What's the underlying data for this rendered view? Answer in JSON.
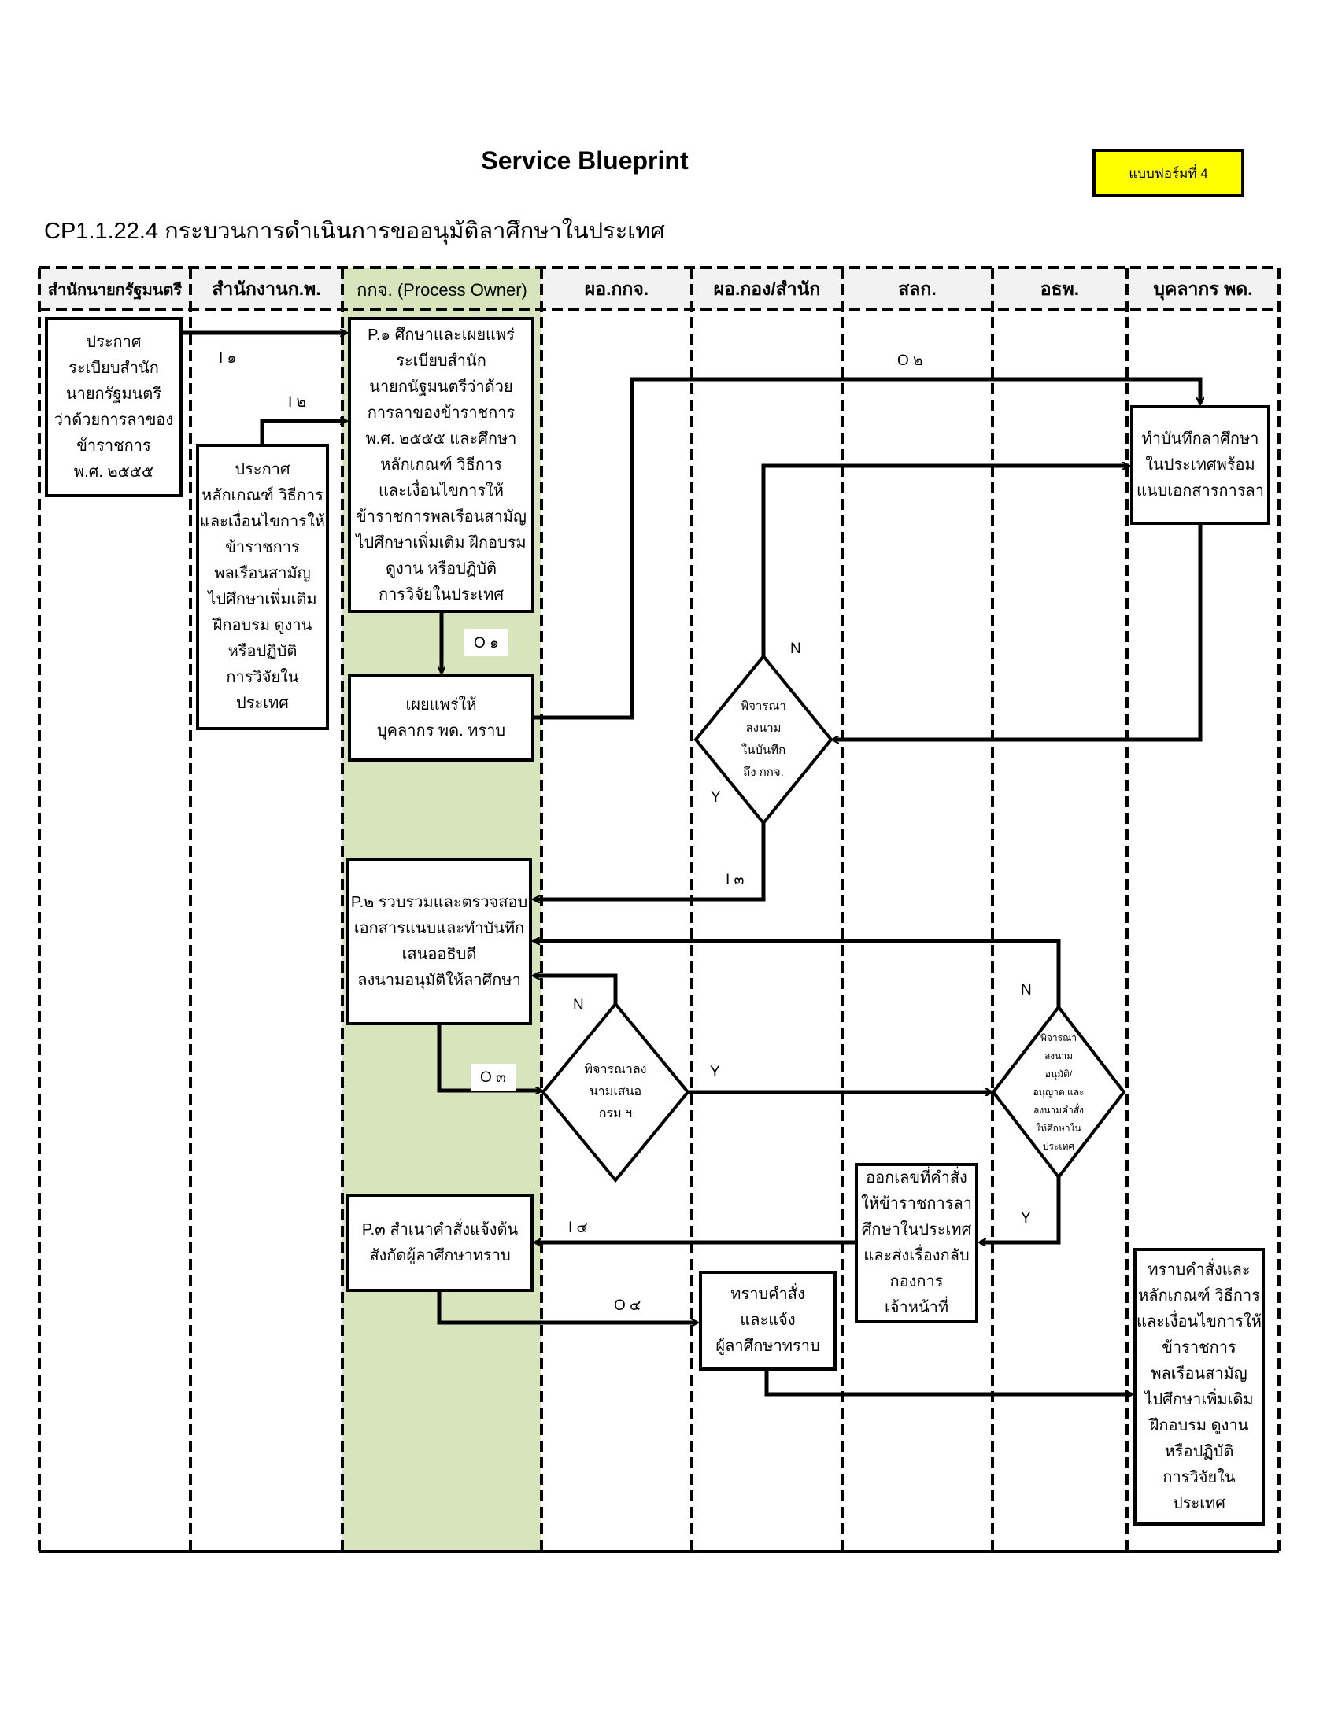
{
  "title": "Service Blueprint",
  "form_label": "แบบฟอร์มที่ 4",
  "subtitle": "CP1.1.22.4 กระบวนการดำเนินการขออนุมัติลาศึกษาในประเทศ",
  "colors": {
    "process_owner_lane": "#d8e4bc",
    "header_bg": "#f2f2f2",
    "form_badge": "#ffff00"
  },
  "lanes": [
    "สำนักนายกรัฐมนตรี",
    "สำนักงานก.พ.",
    "กกจ. (Process Owner)",
    "ผอ.กกจ.",
    "ผอ.กอง/สำนัก",
    "สลก.",
    "อธพ.",
    "บุคลากร พด."
  ],
  "boxes": {
    "pm_regulation": "ประกาศ\nระเบียบสำนัก\nนายกรัฐมนตรี\nว่าด้วยการลาของ\nข้าราชการ\nพ.ศ. ๒๕๕๕",
    "ocsc_criteria": "ประกาศ\nหลักเกณฑ์ วิธีการ\nและเงื่อนไขการให้\nข้าราชการ\nพลเรือนสามัญ\nไปศึกษาเพิ่มเติม\nฝึกอบรม ดูงาน\nหรือปฏิบัติ\nการวิจัยใน\nประเทศ",
    "p1_study": "P.๑ ศึกษาและเผยแพร่\nระเบียบสำนัก\nนายกนัฐมนตรีว่าด้วย\nการลาของข้าราชการ\nพ.ศ. ๒๕๕๕ และศึกษา\nหลักเกณฑ์ วิธีการ\nและเงื่อนไขการให้\nข้าราชการพลเรือนสามัญ\nไปศึกษาเพิ่มเติม ฝึกอบรม\nดูงาน หรือปฏิบัติ\nการวิจัยในประเทศ",
    "publish": "เผยแพร่ให้\nบุคลากร พด. ทราบ",
    "memo": "ทำบันทึกลาศึกษา\nในประเทศพร้อม\nแนบเอกสารการลา",
    "p2_collect": "P.๒ รวบรวมและตรวจสอบ\nเอกสารแนบและทำบันทึก\nเสนออธิบดี\nลงนามอนุมัติให้ลาศึกษา",
    "p3_copy": "P.๓ สำเนาคำสั่งแจ้งต้น\nสังกัดผู้ลาศึกษาทราบ",
    "issue_order": "ออกเลขที่คำสั่ง\nให้ข้าราชการลา\nศึกษาในประเทศ\nและส่งเรื่องกลับ\nกองการ\nเจ้าหน้าที่",
    "notify": "ทราบคำสั่ง\nและแจ้ง\nผู้ลาศึกษาทราบ",
    "final": "ทราบคำสั่งและ\nหลักเกณฑ์ วิธีการ\nและเงื่อนไขการให้\nข้าราชการ\nพลเรือนสามัญ\nไปศึกษาเพิ่มเติม\nฝึกอบรม ดูงาน\nหรือปฏิบัติ\nการวิจัยใน\nประเทศ"
  },
  "decisions": {
    "d1": "พิจารณา\nลงนาม\nในบันทึก\nถึง กกจ.",
    "d2": "พิจารณาลง\nนามเสนอ\nกรม ฯ",
    "d3": "พิจารณา\nลงนาม\nอนุมัติ/\nอนุญาต และ\nลงนามคำสั่ง\nให้ศึกษาใน\nประเทศ"
  },
  "labels": {
    "i1": "I ๑",
    "i2": "I ๒",
    "i3": "I ๓",
    "i4": "I ๔",
    "o1": "O ๑",
    "o2": "O ๒",
    "o3": "O ๓",
    "o4": "O ๔",
    "n": "N",
    "y": "Y"
  }
}
